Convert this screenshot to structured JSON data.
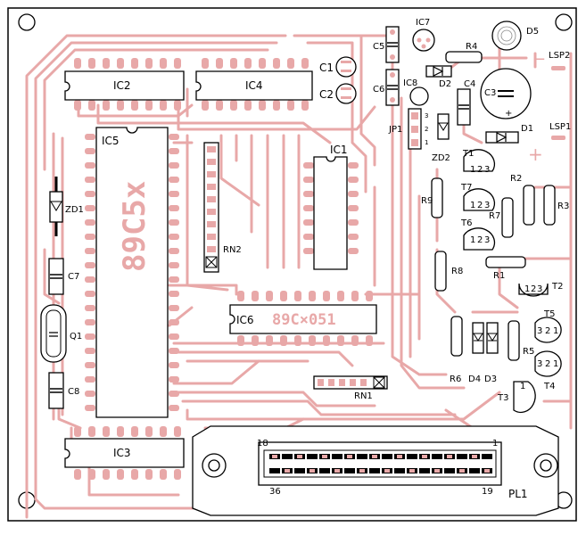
{
  "labels": {
    "ic5": "IC5",
    "ic5_part": "89C5x",
    "ic2": "IC2",
    "ic4": "IC4",
    "ic3": "IC3",
    "ic1": "IC1",
    "ic6": "IC6",
    "ic6_part": "89C×051",
    "ic7": "IC7",
    "ic8": "IC8",
    "c1": "C1",
    "c2": "C2",
    "c3": "C3",
    "c4": "C4",
    "c5": "C5",
    "c6": "C6",
    "c7": "C7",
    "c8": "C8",
    "d1": "D1",
    "d2": "D2",
    "d3": "D3",
    "d4": "D4",
    "d5": "D5",
    "zd1": "ZD1",
    "zd2": "ZD2",
    "q1": "Q1",
    "jp1": "JP1",
    "jp_pin1": "1",
    "jp_pin2": "2",
    "jp_pin3": "3",
    "rn1": "RN1",
    "rn2": "RN2",
    "r1": "R1",
    "r2": "R2",
    "r3": "R3",
    "r4": "R4",
    "r5": "R5",
    "r6": "R6",
    "r7": "R7",
    "r8": "R8",
    "r9": "R9",
    "t1": "T1",
    "t2": "T2",
    "t3": "T3",
    "t4": "T4",
    "t5": "T5",
    "t6": "T6",
    "t7": "T7",
    "lsp1": "LSP1",
    "lsp2": "LSP2",
    "pl1": "PL1",
    "pin_18": "18",
    "pin_1": "1",
    "pin_36": "36",
    "pin_19": "19",
    "plus": "+",
    "minus": "−",
    "t_pin_1": "1",
    "t_pin_2": "2",
    "t_pin_3": "3"
  },
  "colors": {
    "copper": "#e8a8a8",
    "outline": "#000000",
    "background": "#ffffff"
  }
}
